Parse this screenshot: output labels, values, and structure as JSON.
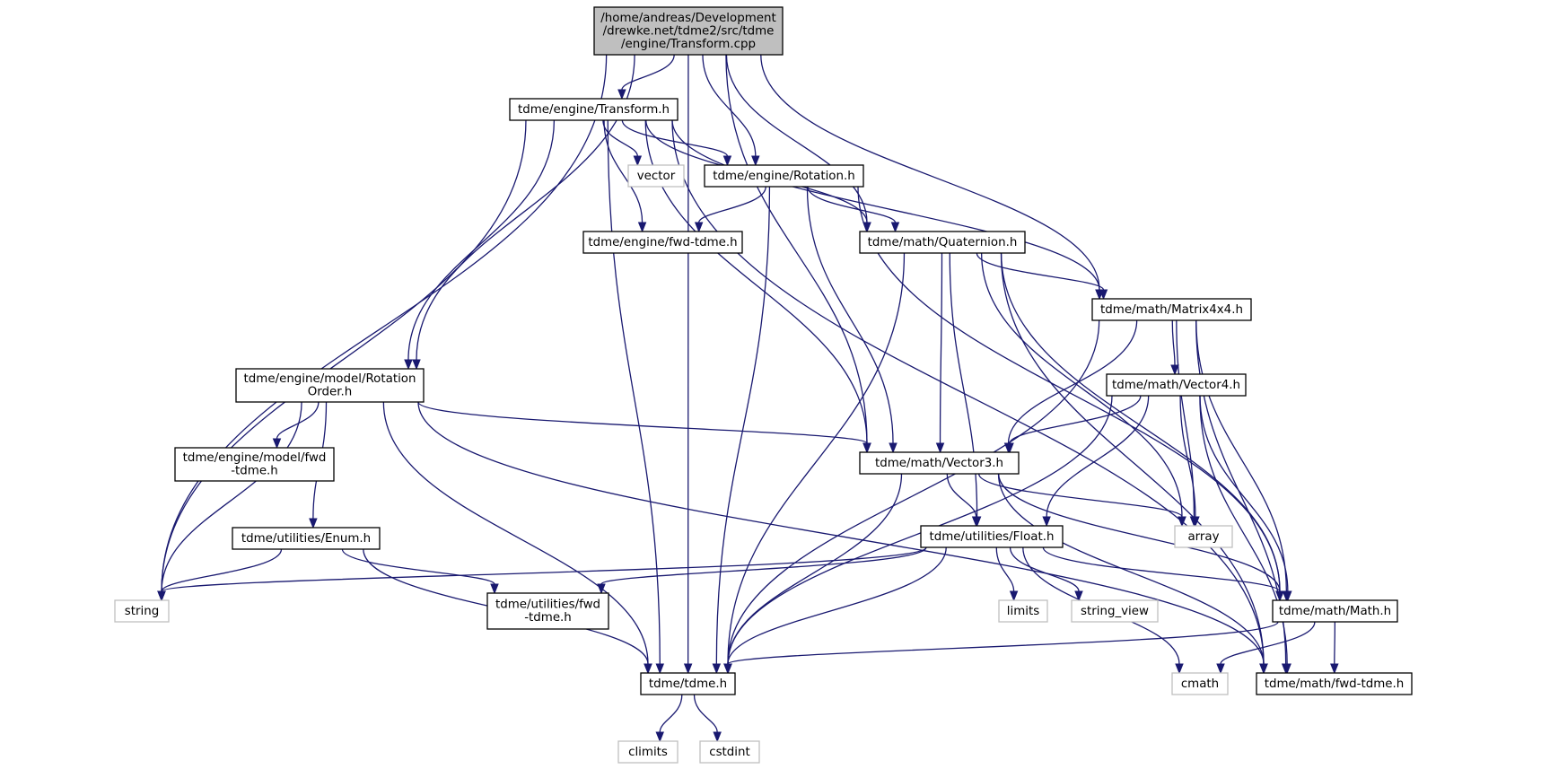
{
  "graph": {
    "kind": "include-dependency-graph",
    "colors": {
      "edge": "#191970",
      "root_fill": "#bfbfbf",
      "header_border": "#000000",
      "system_border": "#bfbfbf",
      "text": "#000000"
    },
    "nodes": {
      "root": {
        "lines": [
          "/home/andreas/Development",
          "/drewke.net/tdme2/src/tdme",
          "/engine/Transform.cpp"
        ],
        "style": "root"
      },
      "transform_h": {
        "lines": [
          "tdme/engine/Transform.h"
        ],
        "style": "header"
      },
      "vector": {
        "lines": [
          "vector"
        ],
        "style": "system"
      },
      "rotation_h": {
        "lines": [
          "tdme/engine/Rotation.h"
        ],
        "style": "header"
      },
      "engine_fwd": {
        "lines": [
          "tdme/engine/fwd-tdme.h"
        ],
        "style": "header"
      },
      "quaternion_h": {
        "lines": [
          "tdme/math/Quaternion.h"
        ],
        "style": "header"
      },
      "matrix4x4_h": {
        "lines": [
          "tdme/math/Matrix4x4.h"
        ],
        "style": "header"
      },
      "vector4_h": {
        "lines": [
          "tdme/math/Vector4.h"
        ],
        "style": "header"
      },
      "rotation_order_h": {
        "lines": [
          "tdme/engine/model/Rotation",
          "Order.h"
        ],
        "style": "header"
      },
      "model_fwd": {
        "lines": [
          "tdme/engine/model/fwd",
          "-tdme.h"
        ],
        "style": "header"
      },
      "vector3_h": {
        "lines": [
          "tdme/math/Vector3.h"
        ],
        "style": "header"
      },
      "array": {
        "lines": [
          "array"
        ],
        "style": "system"
      },
      "enum_h": {
        "lines": [
          "tdme/utilities/Enum.h"
        ],
        "style": "header"
      },
      "float_h": {
        "lines": [
          "tdme/utilities/Float.h"
        ],
        "style": "header"
      },
      "string": {
        "lines": [
          "string"
        ],
        "style": "system"
      },
      "utilities_fwd": {
        "lines": [
          "tdme/utilities/fwd",
          "-tdme.h"
        ],
        "style": "header"
      },
      "limits": {
        "lines": [
          "limits"
        ],
        "style": "system"
      },
      "string_view": {
        "lines": [
          "string_view"
        ],
        "style": "system"
      },
      "math_h": {
        "lines": [
          "tdme/math/Math.h"
        ],
        "style": "header"
      },
      "cmath": {
        "lines": [
          "cmath"
        ],
        "style": "system"
      },
      "math_fwd": {
        "lines": [
          "tdme/math/fwd-tdme.h"
        ],
        "style": "header"
      },
      "tdme_h": {
        "lines": [
          "tdme/tdme.h"
        ],
        "style": "header"
      },
      "climits": {
        "lines": [
          "climits"
        ],
        "style": "system"
      },
      "cstdint": {
        "lines": [
          "cstdint"
        ],
        "style": "system"
      }
    },
    "edges": [
      [
        "root",
        "transform_h"
      ],
      [
        "root",
        "rotation_h"
      ],
      [
        "root",
        "quaternion_h"
      ],
      [
        "root",
        "matrix4x4_h"
      ],
      [
        "root",
        "vector3_h"
      ],
      [
        "root",
        "rotation_order_h"
      ],
      [
        "root",
        "string"
      ],
      [
        "root",
        "tdme_h"
      ],
      [
        "transform_h",
        "vector"
      ],
      [
        "transform_h",
        "rotation_h"
      ],
      [
        "transform_h",
        "engine_fwd"
      ],
      [
        "transform_h",
        "quaternion_h"
      ],
      [
        "transform_h",
        "matrix4x4_h"
      ],
      [
        "transform_h",
        "vector3_h"
      ],
      [
        "transform_h",
        "rotation_order_h"
      ],
      [
        "transform_h",
        "string"
      ],
      [
        "transform_h",
        "tdme_h"
      ],
      [
        "transform_h",
        "math_fwd"
      ],
      [
        "rotation_h",
        "engine_fwd"
      ],
      [
        "rotation_h",
        "quaternion_h"
      ],
      [
        "rotation_h",
        "vector3_h"
      ],
      [
        "rotation_h",
        "math_h"
      ],
      [
        "rotation_h",
        "tdme_h"
      ],
      [
        "quaternion_h",
        "matrix4x4_h"
      ],
      [
        "quaternion_h",
        "vector3_h"
      ],
      [
        "quaternion_h",
        "float_h"
      ],
      [
        "quaternion_h",
        "array"
      ],
      [
        "quaternion_h",
        "math_h"
      ],
      [
        "quaternion_h",
        "math_fwd"
      ],
      [
        "quaternion_h",
        "tdme_h"
      ],
      [
        "matrix4x4_h",
        "vector4_h"
      ],
      [
        "matrix4x4_h",
        "vector3_h"
      ],
      [
        "matrix4x4_h",
        "array"
      ],
      [
        "matrix4x4_h",
        "math_h"
      ],
      [
        "matrix4x4_h",
        "math_fwd"
      ],
      [
        "matrix4x4_h",
        "tdme_h"
      ],
      [
        "vector4_h",
        "vector3_h"
      ],
      [
        "vector4_h",
        "float_h"
      ],
      [
        "vector4_h",
        "array"
      ],
      [
        "vector4_h",
        "math_h"
      ],
      [
        "vector4_h",
        "math_fwd"
      ],
      [
        "vector4_h",
        "tdme_h"
      ],
      [
        "rotation_order_h",
        "model_fwd"
      ],
      [
        "rotation_order_h",
        "vector3_h"
      ],
      [
        "rotation_order_h",
        "enum_h"
      ],
      [
        "rotation_order_h",
        "string"
      ],
      [
        "rotation_order_h",
        "tdme_h"
      ],
      [
        "rotation_order_h",
        "math_fwd"
      ],
      [
        "vector3_h",
        "float_h"
      ],
      [
        "vector3_h",
        "array"
      ],
      [
        "vector3_h",
        "math_h"
      ],
      [
        "vector3_h",
        "math_fwd"
      ],
      [
        "vector3_h",
        "tdme_h"
      ],
      [
        "enum_h",
        "string"
      ],
      [
        "enum_h",
        "utilities_fwd"
      ],
      [
        "enum_h",
        "tdme_h"
      ],
      [
        "float_h",
        "string"
      ],
      [
        "float_h",
        "utilities_fwd"
      ],
      [
        "float_h",
        "limits"
      ],
      [
        "float_h",
        "string_view"
      ],
      [
        "float_h",
        "cmath"
      ],
      [
        "float_h",
        "math_h"
      ],
      [
        "float_h",
        "tdme_h"
      ],
      [
        "math_h",
        "cmath"
      ],
      [
        "math_h",
        "math_fwd"
      ],
      [
        "math_h",
        "tdme_h"
      ],
      [
        "tdme_h",
        "climits"
      ],
      [
        "tdme_h",
        "cstdint"
      ]
    ]
  }
}
